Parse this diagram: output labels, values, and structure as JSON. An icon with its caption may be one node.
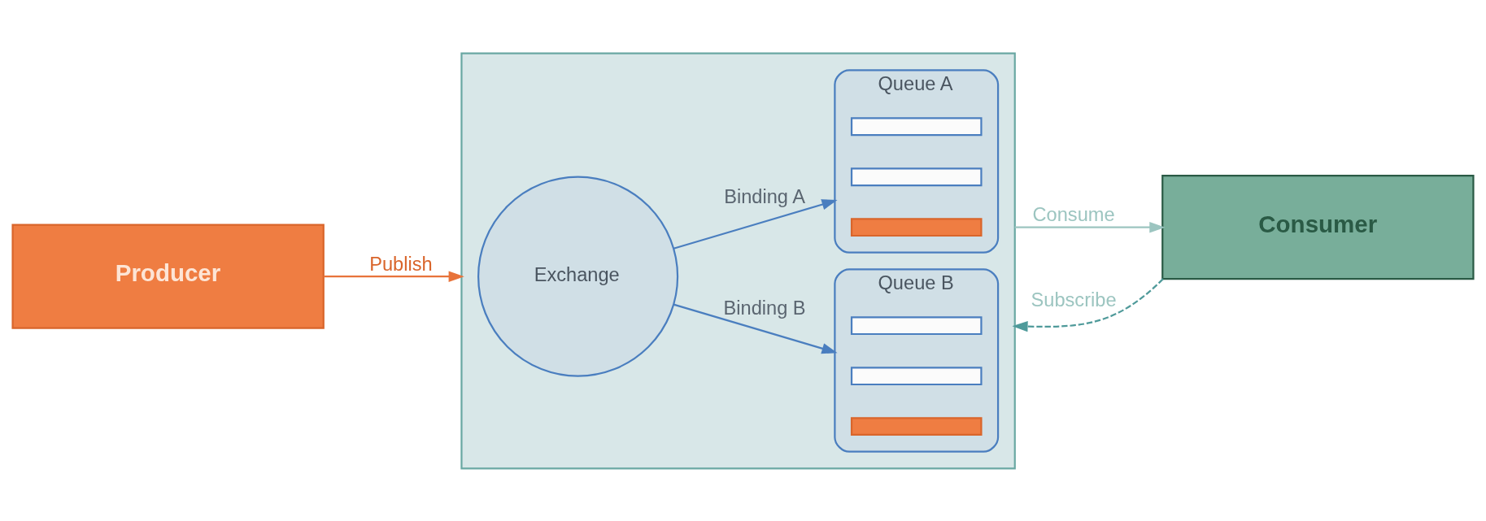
{
  "diagram": {
    "nodes": [
      {
        "text": [
          "Producer"
        ]
      },
      {
        "text": [],
        "shape": "box"
      },
      {
        "text": [
          "Exchange"
        ],
        "in": 1
      },
      {
        "text": [
          "Queue A"
        ],
        "in": 1
      },
      {
        "text": [],
        "shape": "bar",
        "in": 3
      },
      {
        "text": [],
        "shape": "bar",
        "in": 3
      },
      {
        "text": [],
        "shape": "bar",
        "in": 3
      },
      {
        "text": [
          "Queue B"
        ],
        "in": 1
      },
      {
        "text": [],
        "shape": "bar",
        "in": 7
      },
      {
        "text": [],
        "shape": "bar",
        "in": 7
      },
      {
        "text": [],
        "shape": "bar",
        "in": 7
      },
      {
        "text": [
          "Consumer"
        ]
      }
    ],
    "edges": [
      {
        "from": 0,
        "to": 1,
        "arrow": "to",
        "label": "Publish",
        "color": "#e8733a"
      },
      {
        "from": 2,
        "to": 3,
        "arrow": "to",
        "label": "Binding A"
      },
      {
        "from": 2,
        "to": 7,
        "arrow": "to",
        "label": "Binding B"
      },
      {
        "from": 1,
        "to": 11,
        "arrow": "to",
        "label": "Consume",
        "color": "#9cc5c0"
      },
      {
        "from": 11,
        "to": 1,
        "arrow": "to",
        "label": "Subscribe",
        "style": "dashed",
        "color": "#4f9a9a"
      }
    ]
  }
}
